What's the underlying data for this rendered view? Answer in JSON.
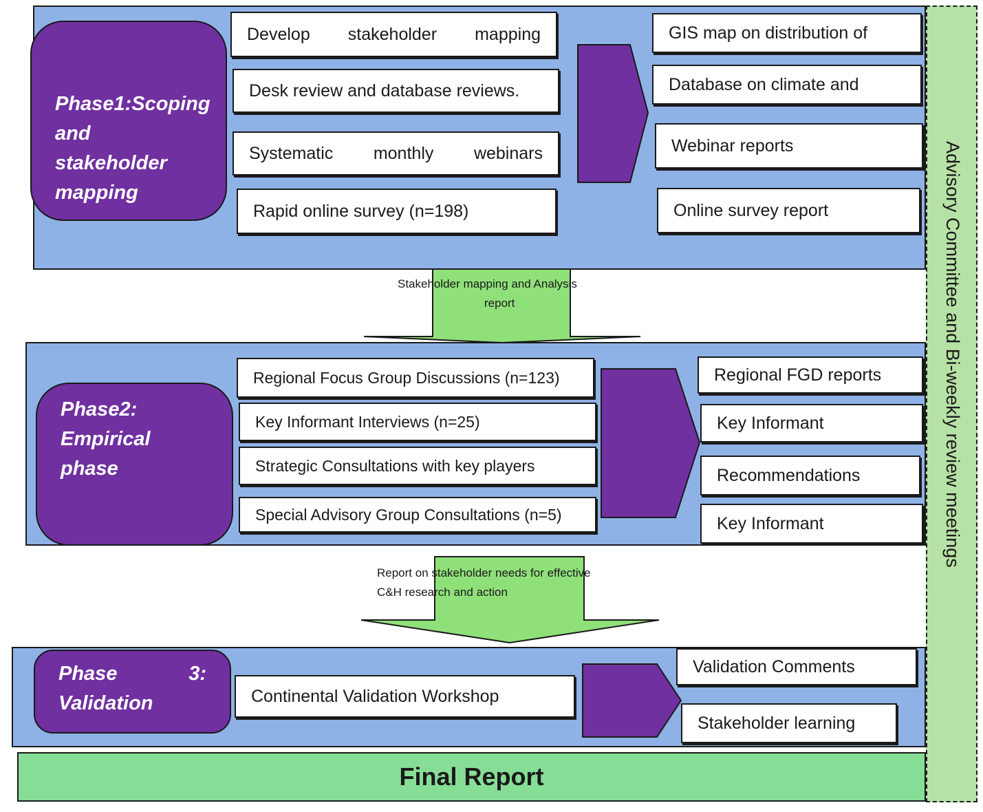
{
  "colors": {
    "phase_background": "#8fb2e6",
    "phase_label": "#7030a0",
    "flow_arrow": "#90e07a",
    "side_panel": "#b7e2a6",
    "final_report": "#86de96"
  },
  "phase1": {
    "label": "Phase1:Scoping and stakeholder mapping",
    "activities": [
      "Develop stakeholder mapping",
      "Desk review and database reviews.",
      "Systematic monthly webinars",
      "Rapid online survey (n=198)"
    ],
    "outputs": [
      "GIS map on distribution of",
      "Database on climate and",
      "Webinar reports",
      "Online survey report"
    ]
  },
  "arrow1": {
    "label_line1": "Stakeholder mapping and Analysis",
    "label_line2": "report"
  },
  "phase2": {
    "label": "Phase2: Empirical phase",
    "activities": [
      "Regional Focus Group Discussions (n=123)",
      "Key Informant Interviews (n=25)",
      "Strategic Consultations with key players",
      "Special Advisory Group Consultations (n=5)"
    ],
    "outputs": [
      "Regional FGD reports",
      "Key Informant",
      "Recommendations",
      "Key Informant"
    ]
  },
  "arrow2": {
    "label_line1": "Report on stakeholder needs for effective",
    "label_line2": "C&H research and action"
  },
  "phase3": {
    "label": "Phase 3: Validation",
    "activities": [
      "Continental Validation Workshop"
    ],
    "outputs": [
      "Validation Comments",
      "Stakeholder learning"
    ]
  },
  "side_panel": {
    "label": "Advisory Committee and Bi-weekly review meetings"
  },
  "final_report": {
    "label": "Final Report"
  }
}
